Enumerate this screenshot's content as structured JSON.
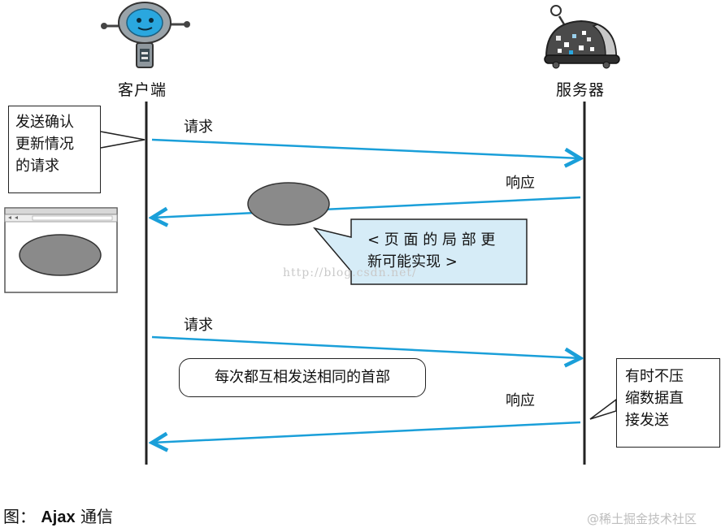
{
  "actors": {
    "client": "客户端",
    "server": "服务器"
  },
  "messages": [
    {
      "label": "请求"
    },
    {
      "label": "响应"
    },
    {
      "label": "请求"
    },
    {
      "label": "响应"
    }
  ],
  "notes": {
    "left": [
      "发送确认",
      "更新情况",
      "的请求"
    ],
    "callout": [
      "< 页 面 的 局 部 更",
      "新可能实现 >"
    ],
    "rounded": "每次都互相发送相同的首部",
    "right": [
      "有时不压",
      "缩数据直",
      "接发送"
    ]
  },
  "watermark": "http://blog.csdn.net/",
  "caption": {
    "prefix": "图：",
    "bold": "Ajax",
    "suffix": " 通信"
  },
  "footer": "@稀土掘金技术社区",
  "colors": {
    "arrow": "#1a9fd9",
    "ellipse": "#8a8a8a",
    "callout_fill": "#d6ecf7",
    "robot_blue": "#2aa7df",
    "lifeline": "#222222"
  }
}
